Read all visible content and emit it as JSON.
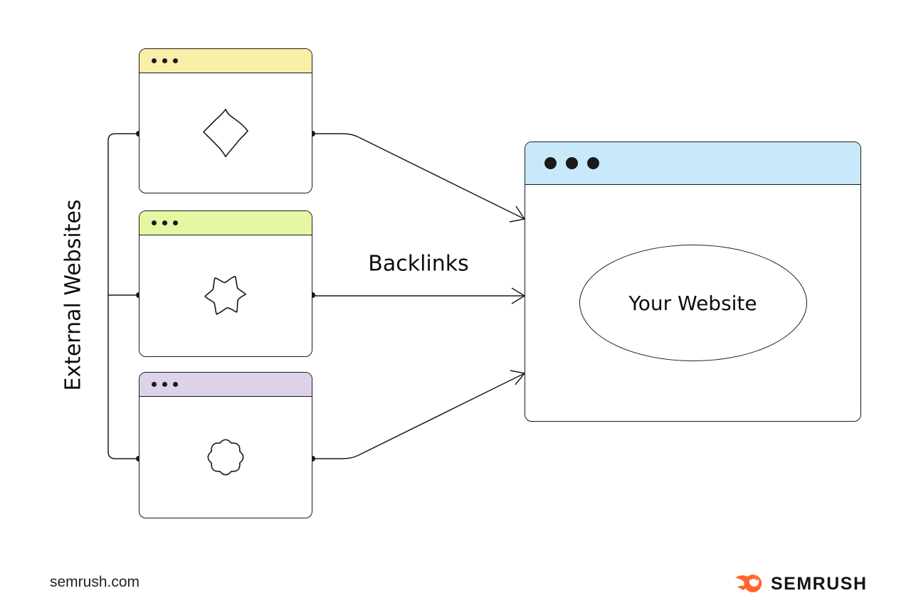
{
  "diagram": {
    "side_label": "External Websites",
    "arrow_label": "Backlinks",
    "main_window": {
      "title_bar_color": "#C9E9FB",
      "ellipse_label": "Your Website"
    },
    "external_windows": [
      {
        "id": "external-website-1",
        "title_bar_color": "#FAEFA9",
        "icon": "diamond-blob-icon"
      },
      {
        "id": "external-website-2",
        "title_bar_color": "#E4F7A3",
        "icon": "star-blob-icon"
      },
      {
        "id": "external-website-3",
        "title_bar_color": "#DDD2EA",
        "icon": "flower-blob-icon"
      }
    ],
    "colors": {
      "line": "#1a1a1a",
      "brand_orange": "#FF642D"
    }
  },
  "footer": {
    "source": "semrush.com",
    "brand": "SEMRUSH"
  }
}
